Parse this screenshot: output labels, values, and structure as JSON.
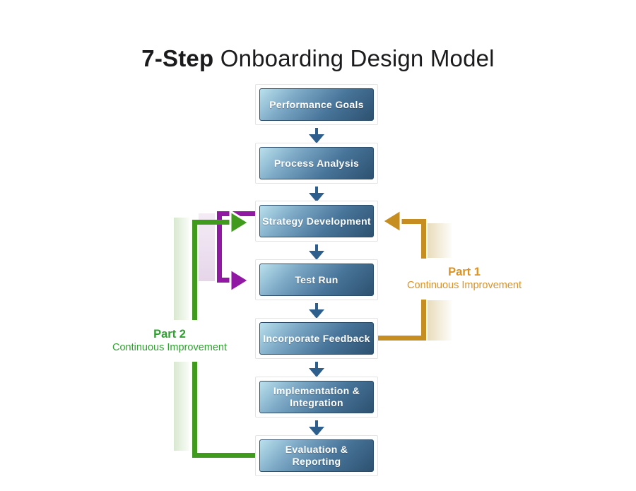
{
  "title": {
    "bold": "7-Step",
    "rest": " Onboarding Design Model"
  },
  "steps": [
    {
      "label": "Performance Goals"
    },
    {
      "label": "Process Analysis"
    },
    {
      "label": "Strategy Development"
    },
    {
      "label": "Test Run"
    },
    {
      "label": "Incorporate Feedback"
    },
    {
      "label": "Implementation &\nIntegration"
    },
    {
      "label": "Evaluation & Reporting"
    }
  ],
  "annotations": {
    "part1": {
      "title": "Part 1",
      "subtitle": "Continuous Improvement"
    },
    "part2": {
      "title": "Part 2",
      "subtitle": "Continuous Improvement"
    }
  },
  "colors": {
    "flow_arrow_blue": "#2e5e8c",
    "box_gradient_top": "#b9e0ec",
    "box_gradient_bottom": "#2d5170",
    "part1_loop_orange": "#c68e20",
    "part1_text_orange": "#dd9120",
    "part2_loop_green": "#3f9a1e",
    "part2_text_green": "#2fa12f",
    "bypass_purple": "#9118a2"
  }
}
